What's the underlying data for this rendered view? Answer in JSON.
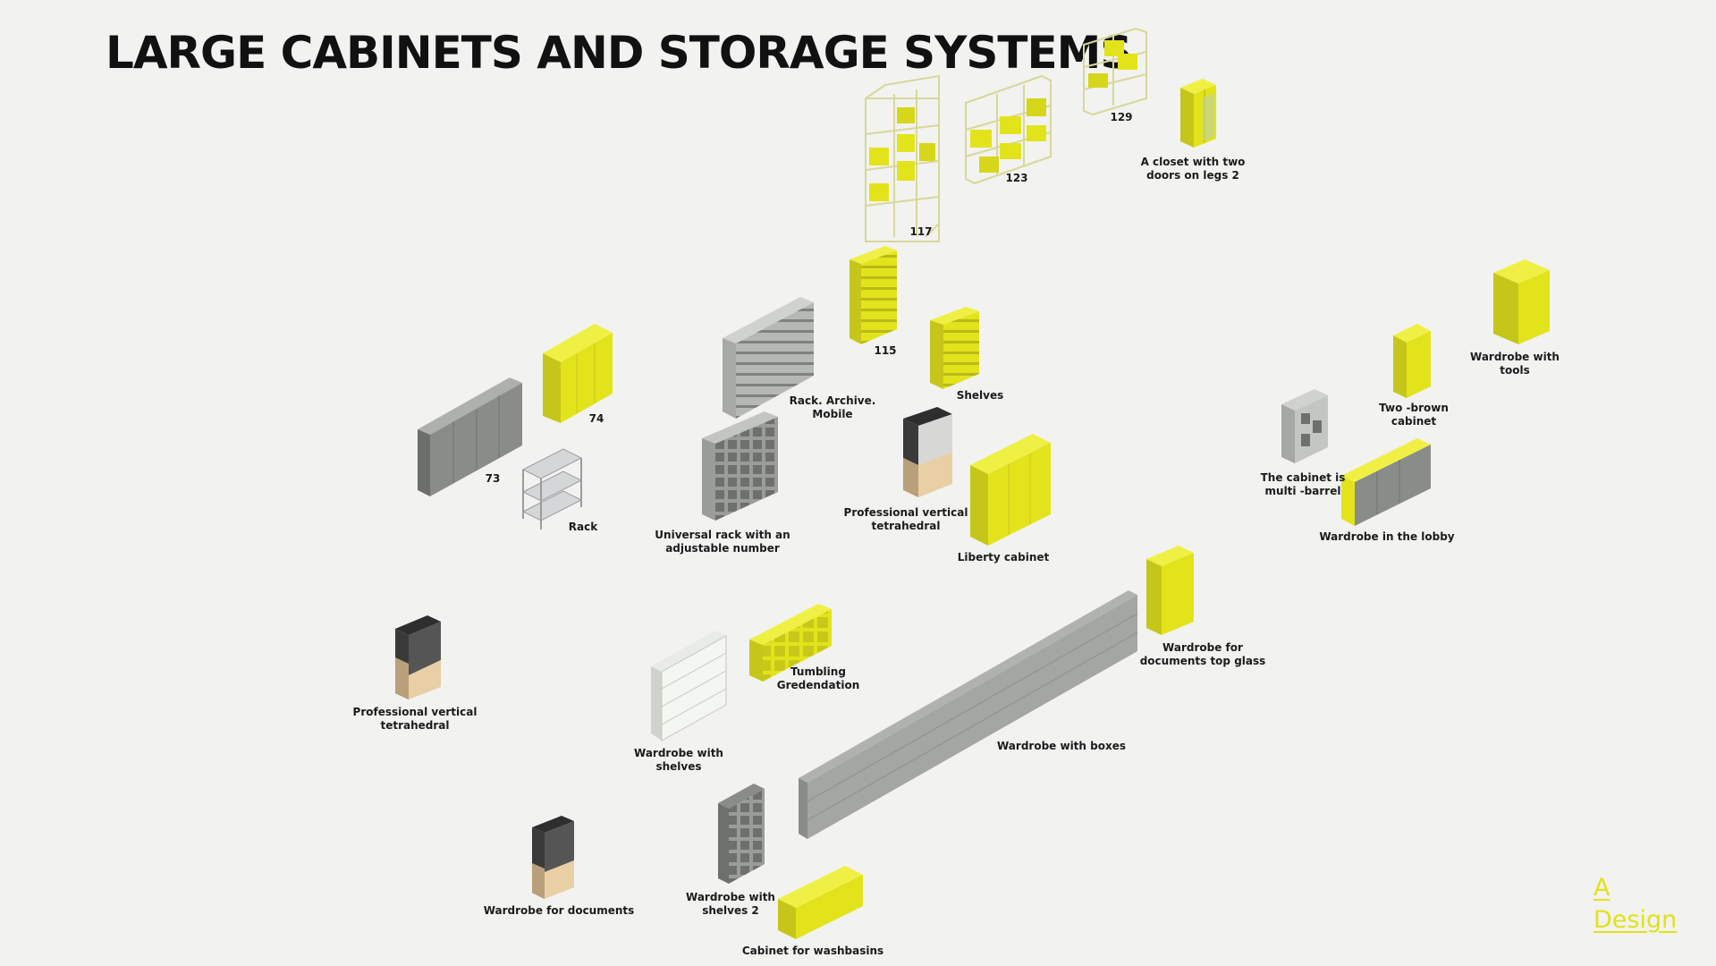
{
  "title": "LARGE CABINETS AND STORAGE SYSTEMS",
  "colors": {
    "accent": "#e3e31c",
    "gray": "#8c8e8c",
    "dark": "#3a3a3a",
    "wood": "#e8cfa6",
    "background": "#f2f2f0"
  },
  "labels": {
    "l117": "117",
    "l123": "123",
    "l129": "129",
    "closet_two_doors": [
      "A closet with two",
      "doors on legs 2"
    ],
    "l115": "115",
    "shelves": "Shelves",
    "rack_archive": [
      "Rack. Archive.",
      "Mobile"
    ],
    "l74": "74",
    "l73": "73",
    "rack": "Rack",
    "universal_rack": [
      "Universal rack with an",
      "adjustable number"
    ],
    "prof_vertical_1": [
      "Professional vertical",
      "tetrahedral"
    ],
    "liberty_cabinet": "Liberty cabinet",
    "wardrobe_tools": [
      "Wardrobe with",
      "tools"
    ],
    "two_brown_cabinet": [
      "Two -brown",
      "cabinet"
    ],
    "multi_barrel": [
      "The cabinet is",
      "multi -barrel"
    ],
    "wardrobe_lobby": "Wardrobe in the lobby",
    "wardrobe_docs_glass": [
      "Wardrobe for",
      "documents top glass"
    ],
    "tumbling": [
      "Tumbling",
      "Gredendation"
    ],
    "prof_vertical_2": [
      "Professional vertical",
      "tetrahedral"
    ],
    "wardrobe_shelves": [
      "Wardrobe with",
      "shelves"
    ],
    "wardrobe_boxes": "Wardrobe with boxes",
    "wardrobe_documents": "Wardrobe for documents",
    "wardrobe_shelves_2": [
      "Wardrobe with",
      "shelves 2"
    ],
    "washbasins": "Cabinet for washbasins"
  },
  "logo": {
    "line1": "A",
    "line2": "Design"
  }
}
